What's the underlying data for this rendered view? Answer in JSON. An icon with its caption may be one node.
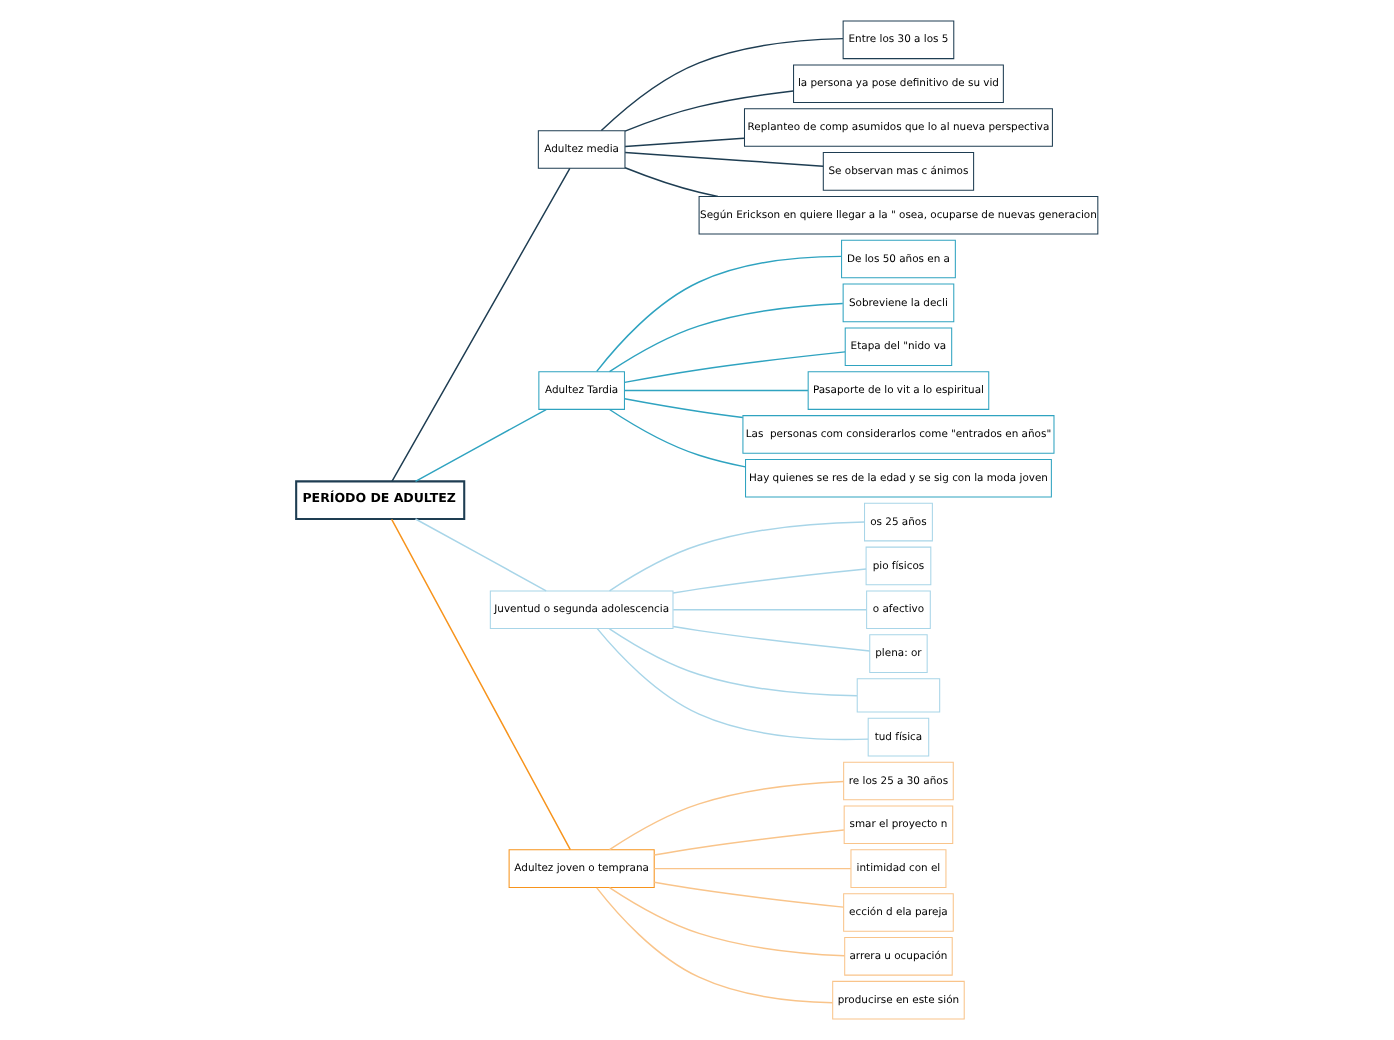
{
  "diagram": {
    "nodes": [
      {
        "text": [
          "PERÍODO DE ADULTEZ"
        ]
      },
      {
        "text": [
          "Adultez media"
        ]
      },
      {
        "text": [
          "Entre los 30 a los 5"
        ]
      },
      {
        "text": [
          "la persona ya pose definitivo de su vid"
        ]
      },
      {
        "text": [
          "Replanteo de comp asumidos que lo al nueva perspectiva"
        ]
      },
      {
        "text": [
          "Se observan mas c ánimos"
        ]
      },
      {
        "text": [
          "Según Erickson en quiere llegar a la \" osea, ocuparse de nuevas generacion"
        ]
      },
      {
        "text": [
          "Adultez Tardia"
        ]
      },
      {
        "text": [
          "De los 50 años en a"
        ]
      },
      {
        "text": [
          "Sobreviene la decli"
        ]
      },
      {
        "text": [
          "Etapa del \"nido va"
        ]
      },
      {
        "text": [
          "Pasaporte de lo vit a lo espiritual"
        ]
      },
      {
        "text": [
          "Las  personas com considerarlos come \"entrados en años\""
        ]
      },
      {
        "text": [
          "Hay quienes se res de la edad y se sig con la moda joven"
        ]
      },
      {
        "text": [
          "Juventud o segunda adolescencia"
        ]
      },
      {
        "text": [
          "os 25 años"
        ]
      },
      {
        "text": [
          "pio físicos"
        ]
      },
      {
        "text": [
          "o afectivo"
        ]
      },
      {
        "text": [
          "plena: or"
        ]
      },
      {
        "text": [],
        "shape": "box"
      },
      {
        "text": [
          "tud física"
        ]
      },
      {
        "text": [
          "Adultez joven o temprana"
        ]
      },
      {
        "text": [
          "re los 25 a 30 años"
        ]
      },
      {
        "text": [
          "smar el proyecto n"
        ]
      },
      {
        "text": [
          "intimidad con el"
        ]
      },
      {
        "text": [
          "ección d ela pareja"
        ]
      },
      {
        "text": [
          "arrera u ocupación"
        ]
      },
      {
        "text": [
          "producirse en este sión"
        ]
      }
    ],
    "edges": [
      {
        "from": 0,
        "to": 1,
        "arrow": "none",
        "color": "#1e3d52"
      },
      {
        "from": 1,
        "to": 2,
        "arrow": "none",
        "color": "#1e3d52"
      },
      {
        "from": 1,
        "to": 3,
        "arrow": "none",
        "color": "#1e3d52"
      },
      {
        "from": 1,
        "to": 4,
        "arrow": "none",
        "color": "#1e3d52"
      },
      {
        "from": 1,
        "to": 5,
        "arrow": "none",
        "color": "#1e3d52"
      },
      {
        "from": 1,
        "to": 6,
        "arrow": "none",
        "color": "#1e3d52"
      },
      {
        "from": 0,
        "to": 7,
        "arrow": "none",
        "color": "#2fa3c0"
      },
      {
        "from": 7,
        "to": 8,
        "arrow": "none",
        "color": "#2fa3c0"
      },
      {
        "from": 7,
        "to": 9,
        "arrow": "none",
        "color": "#2fa3c0"
      },
      {
        "from": 7,
        "to": 10,
        "arrow": "none",
        "color": "#2fa3c0"
      },
      {
        "from": 7,
        "to": 11,
        "arrow": "none",
        "color": "#2fa3c0"
      },
      {
        "from": 7,
        "to": 12,
        "arrow": "none",
        "color": "#2fa3c0"
      },
      {
        "from": 7,
        "to": 13,
        "arrow": "none",
        "color": "#2fa3c0"
      },
      {
        "from": 0,
        "to": 14,
        "arrow": "none",
        "color": "#a8d5e8"
      },
      {
        "from": 14,
        "to": 15,
        "arrow": "none",
        "color": "#a8d5e8"
      },
      {
        "from": 14,
        "to": 16,
        "arrow": "none",
        "color": "#a8d5e8"
      },
      {
        "from": 14,
        "to": 17,
        "arrow": "none",
        "color": "#a8d5e8"
      },
      {
        "from": 14,
        "to": 18,
        "arrow": "none",
        "color": "#a8d5e8"
      },
      {
        "from": 14,
        "to": 19,
        "arrow": "none",
        "color": "#a8d5e8"
      },
      {
        "from": 14,
        "to": 20,
        "arrow": "none",
        "color": "#a8d5e8"
      },
      {
        "from": 0,
        "to": 21,
        "arrow": "none",
        "color": "#f7941d"
      },
      {
        "from": 21,
        "to": 22,
        "arrow": "none",
        "color": "#f9c48a"
      },
      {
        "from": 21,
        "to": 23,
        "arrow": "none",
        "color": "#f9c48a"
      },
      {
        "from": 21,
        "to": 24,
        "arrow": "none",
        "color": "#f9c48a"
      },
      {
        "from": 21,
        "to": 25,
        "arrow": "none",
        "color": "#f9c48a"
      },
      {
        "from": 21,
        "to": 26,
        "arrow": "none",
        "color": "#f9c48a"
      },
      {
        "from": 21,
        "to": 27,
        "arrow": "none",
        "color": "#f9c48a"
      }
    ]
  }
}
